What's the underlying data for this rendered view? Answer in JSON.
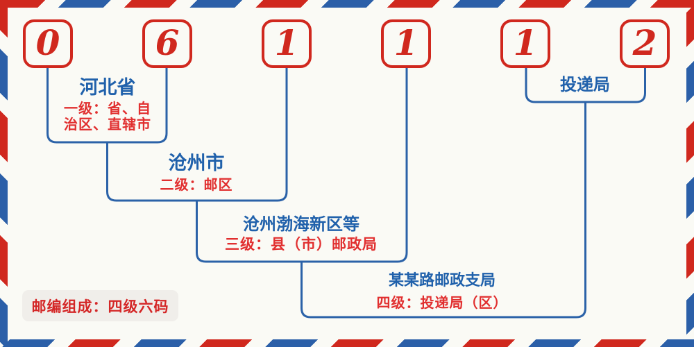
{
  "code": {
    "digits": [
      "0",
      "6",
      "1",
      "1",
      "1",
      "2"
    ]
  },
  "levels": [
    {
      "name": "河北省",
      "desc_lines": [
        "一级：省、自",
        "治区、直辖市"
      ]
    },
    {
      "name": "沧州市",
      "desc_lines": [
        "二级：邮区"
      ]
    },
    {
      "name": "沧州渤海新区等",
      "desc_lines": [
        "三级：县（市）邮政局"
      ]
    },
    {
      "name": "某某路邮政支局",
      "desc_lines": [
        "四级：投递局（区）"
      ]
    }
  ],
  "delivery_bureau_label": "投递局",
  "footer": {
    "badge": "邮编组成：四级六码"
  },
  "colors": {
    "stripe_red": "#d0281e",
    "stripe_blue": "#2b5fa8",
    "box_red": "#d0281e",
    "line_blue": "#2b62a8",
    "name_blue": "#2061ab",
    "desc_red": "#e12f2f",
    "background": "#fafaf5",
    "badge_background": "#f0eeea"
  }
}
